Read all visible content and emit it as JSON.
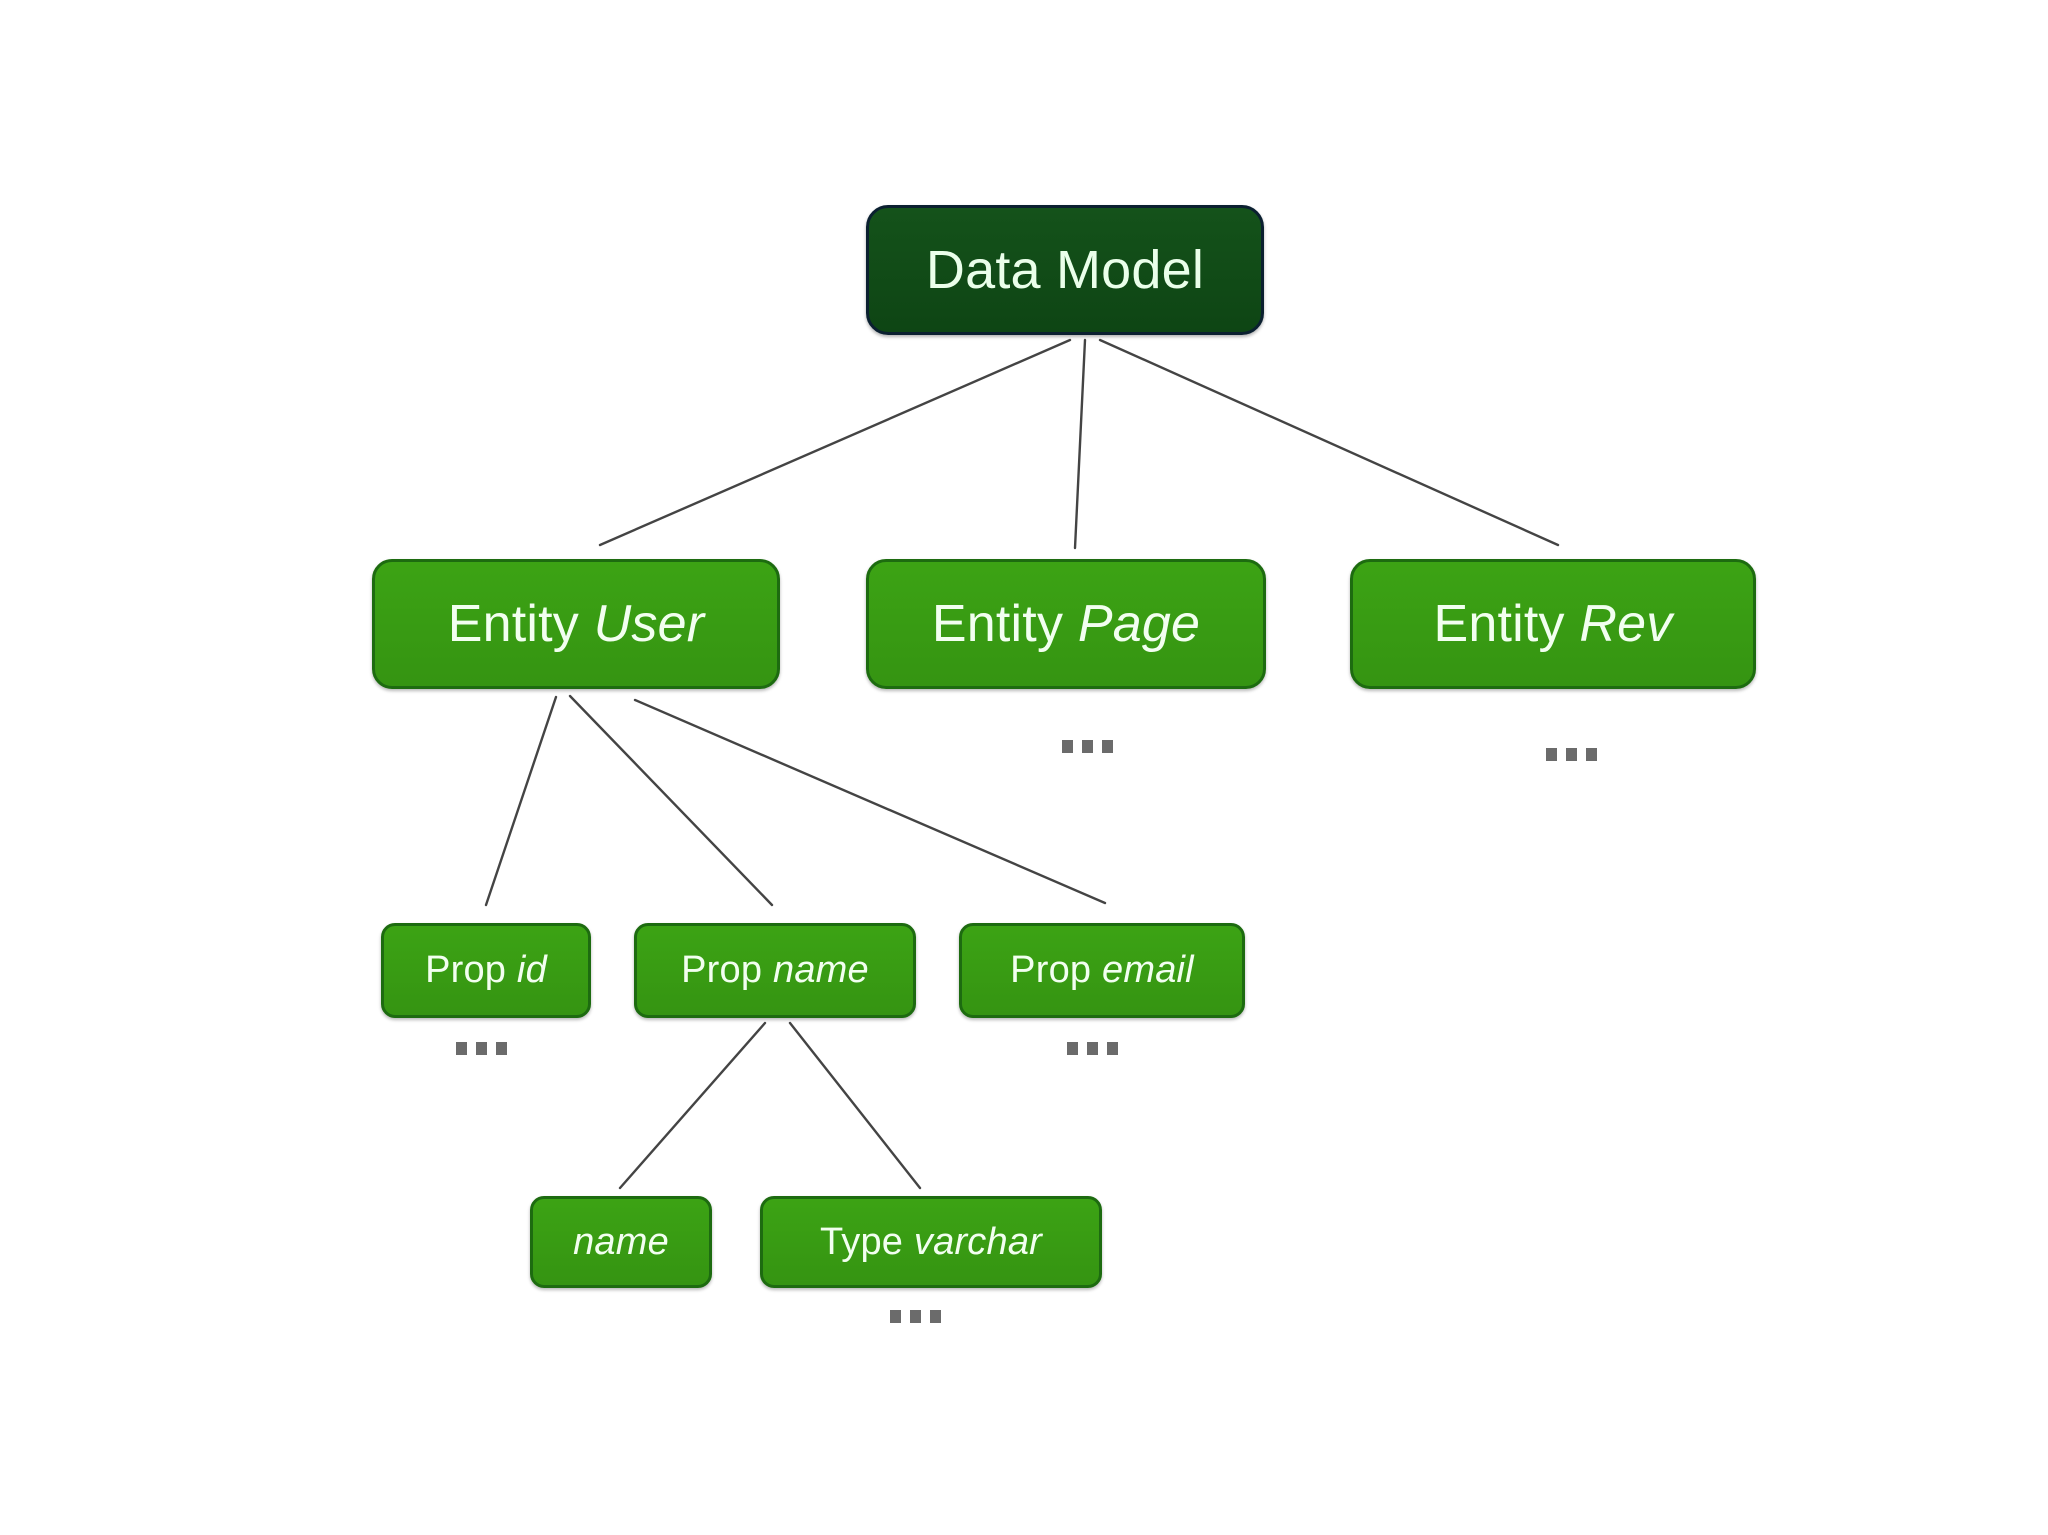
{
  "diagram": {
    "title": "Data Model",
    "background_color": "#ffffff",
    "edge_color": "#444444",
    "root_fill_color": "#14521a",
    "root_border_color": "#0b2030",
    "node_fill_color": "#3ca314",
    "node_border_color": "#1d6b10",
    "node_text_color": "#f2fff0",
    "ellipsis_color": "#6b6b6b"
  },
  "nodes": {
    "root": {
      "label": "Data Model",
      "keyword": "Data Model",
      "value": ""
    },
    "entities": [
      {
        "keyword": "Entity",
        "value": "User"
      },
      {
        "keyword": "Entity",
        "value": "Page"
      },
      {
        "keyword": "Entity",
        "value": "Rev"
      }
    ],
    "props": [
      {
        "keyword": "Prop",
        "value": "id"
      },
      {
        "keyword": "Prop",
        "value": "name"
      },
      {
        "keyword": "Prop",
        "value": "email"
      }
    ],
    "leaves": [
      {
        "keyword": "",
        "value": "name"
      },
      {
        "keyword": "Type",
        "value": "varchar"
      }
    ]
  },
  "ellipses": [
    {
      "name": "ellipsis-under-entity-page",
      "text": "..."
    },
    {
      "name": "ellipsis-under-entity-rev",
      "text": "..."
    },
    {
      "name": "ellipsis-under-prop-id",
      "text": "..."
    },
    {
      "name": "ellipsis-under-prop-email",
      "text": "..."
    },
    {
      "name": "ellipsis-under-type-varchar",
      "text": "..."
    }
  ]
}
